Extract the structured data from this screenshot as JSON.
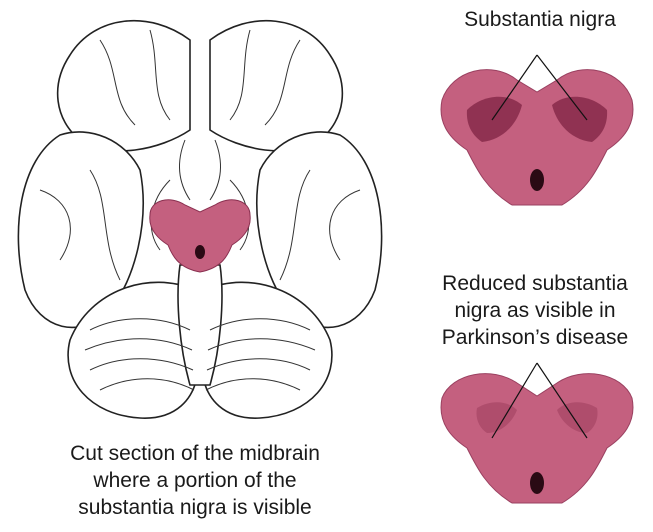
{
  "labels": {
    "normal_title": "Substantia nigra",
    "parkinsons_title": [
      "Reduced substantia",
      "nigra as visible in",
      "Parkinson’s disease"
    ],
    "brain_caption": [
      "Cut section of the midbrain",
      "where a portion of the",
      "substantia nigra is visible"
    ]
  },
  "colors": {
    "midbrain_tissue": "#c4607f",
    "substantia_nigra_normal": "#7a1f3f",
    "substantia_nigra_reduced": "#9a3a5a",
    "aqueduct": "#2a0a14",
    "line_art": "#222222"
  }
}
